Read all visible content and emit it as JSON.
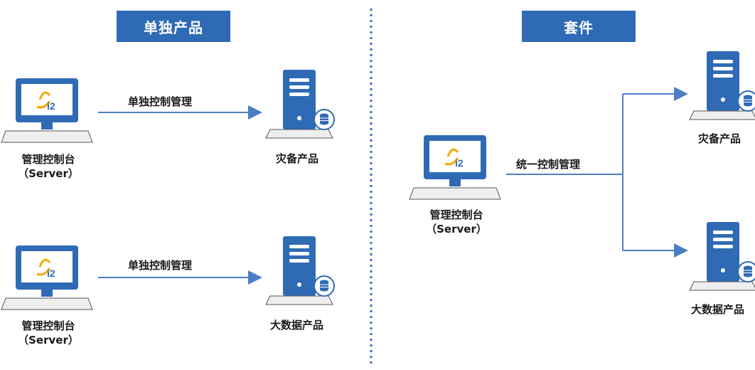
{
  "sections": {
    "left_title": "单独产品",
    "right_title": "套件"
  },
  "logo_text": "i2",
  "left": {
    "rows": [
      {
        "console_title": "管理控制台",
        "console_subtitle": "（Server）",
        "link_label": "单独控制管理",
        "product_label": "灾备产品"
      },
      {
        "console_title": "管理控制台",
        "console_subtitle": "（Server）",
        "link_label": "单独控制管理",
        "product_label": "大数据产品"
      }
    ]
  },
  "right": {
    "console_title": "管理控制台",
    "console_subtitle": "（Server）",
    "link_label": "统一控制管理",
    "products": [
      "灾备产品",
      "大数据产品"
    ]
  },
  "colors": {
    "primary": "#2f6bb5",
    "arrow": "#4a7fc4",
    "divider": "#3b6fb8",
    "monitor_frame": "#2f6bb5",
    "keyboard": "#e8e8e8"
  }
}
